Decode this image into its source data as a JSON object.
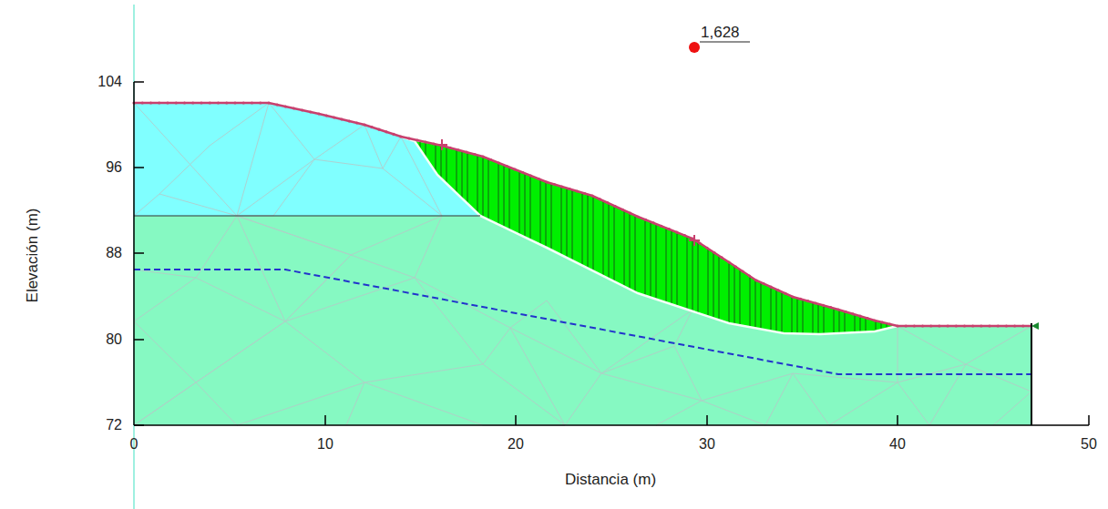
{
  "diagram": {
    "labels": [
      "1,628",
      "104",
      "96",
      "88",
      "80",
      "72",
      "0",
      "10",
      "20",
      "30",
      "40",
      "50",
      "Elevación (m)",
      "Distancia (m)"
    ]
  }
}
